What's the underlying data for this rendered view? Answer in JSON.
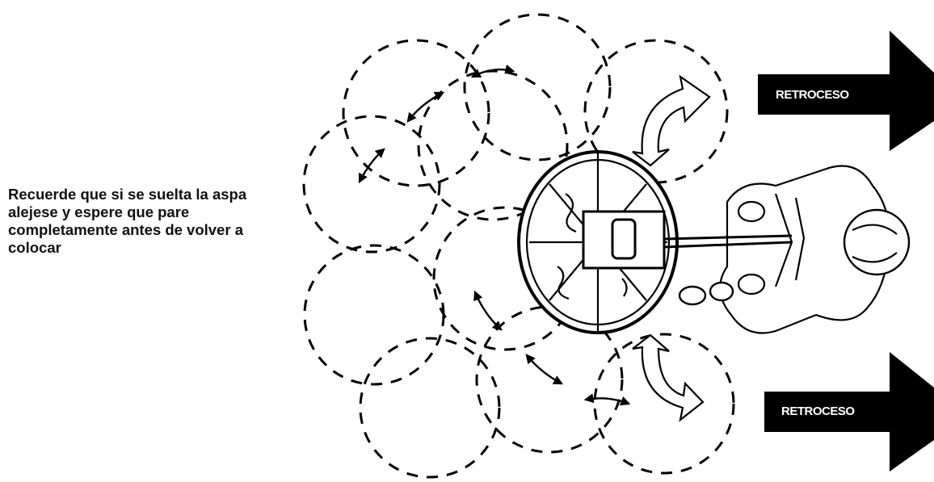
{
  "note": {
    "text": "Recuerde que si se suelta la aspa\nalejese y espere que pare\ncompletamente antes de volver a\ncolocar"
  },
  "arrows": {
    "top_label": "RETROCESO",
    "bottom_label": "RETROCESO",
    "color": "#000000"
  }
}
